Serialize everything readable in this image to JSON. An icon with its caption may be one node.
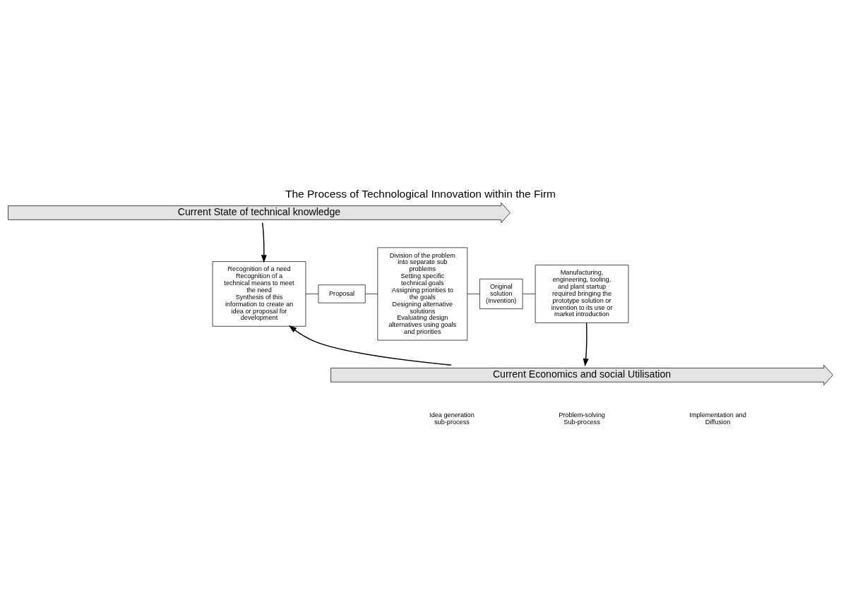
{
  "diagram": {
    "title": "The Process of Technological Innovation within the Firm",
    "nodes": [
      {
        "text": [
          "Current State of technical knowledge"
        ]
      },
      {
        "text": [
          "Recognition of a need",
          "Recognition of a technical means to meet the need",
          "Synthesis of this information to create an idea or proposal for development"
        ]
      },
      {
        "text": [
          "Proposal"
        ]
      },
      {
        "text": [
          "Division of the problem into separate sub problems",
          "Setting specific technical goals",
          "Assigning priorities to the goals",
          "Designing alternative solutions",
          "Evaluating design alternatives using goals and priorities"
        ]
      },
      {
        "text": [
          "Original solution (Invention)"
        ]
      },
      {
        "text": [
          "Manufacturing, engineering, tooling, and plant startup required bringing the prototype solution or invention to its use or market introduction"
        ]
      },
      {
        "text": [
          "Current Economics and social Utilisation"
        ]
      }
    ],
    "edges": [
      {
        "from": 0,
        "to": 1,
        "arrow": "to"
      },
      {
        "from": 6,
        "to": 1,
        "arrow": "to"
      },
      {
        "from": 1,
        "to": 2,
        "arrow": "none"
      },
      {
        "from": 2,
        "to": 3,
        "arrow": "none"
      },
      {
        "from": 3,
        "to": 4,
        "arrow": "none"
      },
      {
        "from": 4,
        "to": 5,
        "arrow": "none"
      },
      {
        "from": 5,
        "to": 6,
        "arrow": "to"
      }
    ],
    "labels": [
      "Idea generation sub-process",
      "Problem-solving Sub-process",
      "Implementation and Diffusion"
    ]
  }
}
